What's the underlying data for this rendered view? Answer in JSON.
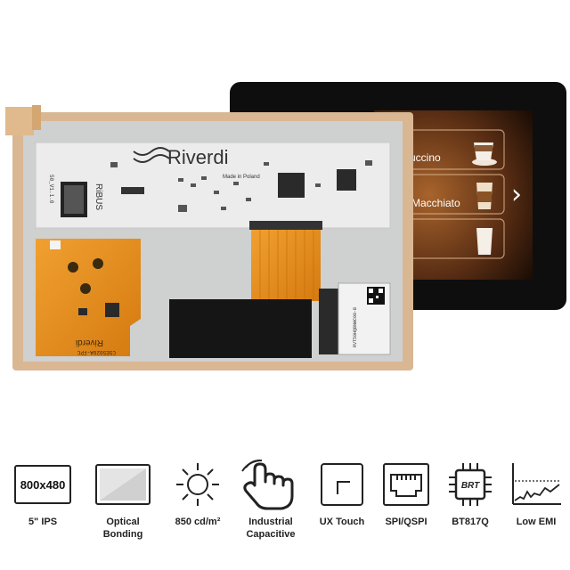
{
  "product": {
    "brand": "Riverdi",
    "made_in": "Made in Poland",
    "pcb_code": "50_V1.1.0",
    "fpc_brand": "Riverdi",
    "fpc_code": "CSE5020A-FPC",
    "qr_text": "RVT50HQBNWC00-B",
    "riverdi_side_label": "RiBUS"
  },
  "screen_ui": {
    "items": [
      {
        "label": "uccino"
      },
      {
        "label": "Macchiato"
      },
      {
        "label": ""
      }
    ],
    "next_glyph": "›"
  },
  "features": [
    {
      "label": "5\" IPS",
      "icon": "resolution-icon",
      "value": "800x480"
    },
    {
      "label": "Optical Bonding",
      "icon": "optical-bonding-icon"
    },
    {
      "label": "850 cd/m²",
      "icon": "sun-brightness-icon"
    },
    {
      "label": "Industrial Capacitive",
      "icon": "touch-hand-icon"
    },
    {
      "label": "UX Touch",
      "icon": "ux-touch-icon"
    },
    {
      "label": "SPI/QSPI",
      "icon": "connector-icon"
    },
    {
      "label": "BT817Q",
      "icon": "chip-icon",
      "chip_text": "BRT"
    },
    {
      "label": "Low EMI",
      "icon": "emi-graph-icon"
    }
  ],
  "colors": {
    "pcb": "#ececec",
    "fpc": "#e8941a",
    "frame": "#d8b58f",
    "screen": "#0e0e0e",
    "screen_brown": "#6a3a1c"
  }
}
